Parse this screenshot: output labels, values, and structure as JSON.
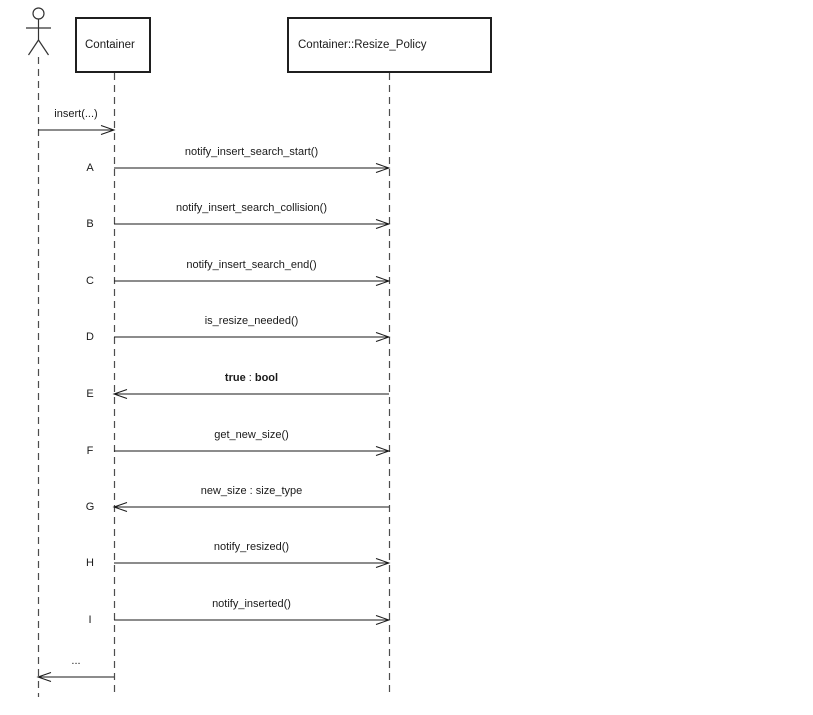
{
  "participants": [
    {
      "type": "actor",
      "label": "",
      "icon": "stick-figure-icon"
    },
    {
      "type": "object",
      "label": "Container"
    },
    {
      "type": "object",
      "label": "Container::Resize_Policy"
    }
  ],
  "messages": [
    {
      "letter": "",
      "label": "insert(...)",
      "from": "actor",
      "to": "container",
      "direction": "right"
    },
    {
      "letter": "A",
      "label": "notify_insert_search_start()",
      "from": "container",
      "to": "resize-policy",
      "direction": "right"
    },
    {
      "letter": "B",
      "label": "notify_insert_search_collision()",
      "from": "container",
      "to": "resize-policy",
      "direction": "right"
    },
    {
      "letter": "C",
      "label": "notify_insert_search_end()",
      "from": "container",
      "to": "resize-policy",
      "direction": "right"
    },
    {
      "letter": "D",
      "label": "is_resize_needed()",
      "from": "container",
      "to": "resize-policy",
      "direction": "right"
    },
    {
      "letter": "E",
      "label_value": "true",
      "label_sep": " : ",
      "label_type": "bool",
      "from": "resize-policy",
      "to": "container",
      "direction": "left"
    },
    {
      "letter": "F",
      "label": "get_new_size()",
      "from": "container",
      "to": "resize-policy",
      "direction": "right"
    },
    {
      "letter": "G",
      "label": "new_size : size_type",
      "from": "resize-policy",
      "to": "container",
      "direction": "left"
    },
    {
      "letter": "H",
      "label": "notify_resized()",
      "from": "container",
      "to": "resize-policy",
      "direction": "right"
    },
    {
      "letter": "I",
      "label": "notify_inserted()",
      "from": "container",
      "to": "resize-policy",
      "direction": "right"
    },
    {
      "letter": "",
      "label": "...",
      "from": "container",
      "to": "actor",
      "direction": "left"
    }
  ],
  "colors": {
    "line": "#1a1a1a",
    "lifeline": "#4d4d4d",
    "background": "#ffffff"
  }
}
